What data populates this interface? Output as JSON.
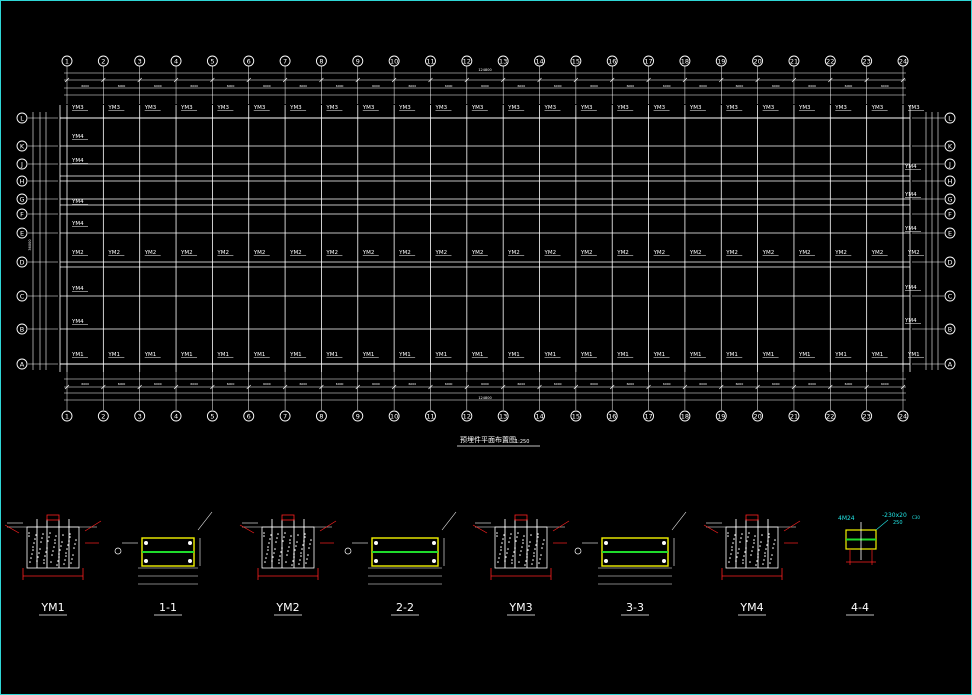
{
  "drawing": {
    "title": "预埋件平面布置图",
    "scale": "1:250",
    "background": "#000000",
    "colors": {
      "grid": "#ffffff",
      "text": "#ffffff",
      "dim": "#ffffff",
      "accent_green": "#1fdc2c",
      "accent_yellow": "#f2f200",
      "accent_red": "#ff2020",
      "accent_cyan": "#22e6e6",
      "frame": "#2fd6d6"
    }
  },
  "grid": {
    "columns": [
      "1",
      "2",
      "3",
      "4",
      "5",
      "6",
      "7",
      "8",
      "9",
      "10",
      "11",
      "12",
      "13",
      "14",
      "15",
      "16",
      "17",
      "18",
      "19",
      "20",
      "21",
      "22",
      "23",
      "24"
    ],
    "rows": [
      "L",
      "K",
      "J",
      "H",
      "G",
      "F",
      "E",
      "D",
      "C",
      "B",
      "A"
    ],
    "top_overall_dim": "124800",
    "bottom_overall_dim": "124800",
    "left_overall_dim": "36000",
    "span_dim": "6000"
  },
  "embeds": {
    "row_L": "YM3",
    "row_D": "YM2",
    "row_A": "YM1",
    "side": "YM4"
  },
  "details": [
    {
      "key": "ym1",
      "label": "YM1"
    },
    {
      "key": "s11",
      "label": "1-1"
    },
    {
      "key": "ym2",
      "label": "YM2"
    },
    {
      "key": "s22",
      "label": "2-2"
    },
    {
      "key": "ym3",
      "label": "YM3"
    },
    {
      "key": "s33",
      "label": "3-3"
    },
    {
      "key": "ym4",
      "label": "YM4"
    },
    {
      "key": "s44",
      "label": "4-4"
    }
  ],
  "detail_44": {
    "bolt": "4M24",
    "plate": "-230x20",
    "thickness": "250",
    "grout": "C30"
  }
}
